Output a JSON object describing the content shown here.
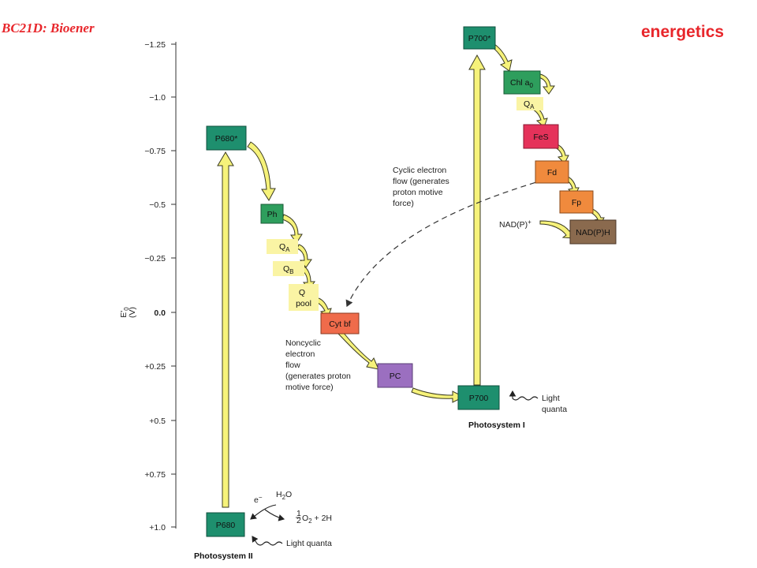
{
  "header": {
    "left": "BC21D: Bioener",
    "right": "energetics"
  },
  "axis": {
    "label_main": "E'",
    "label_sub": "0",
    "unit": "(V)",
    "ticks": [
      "−1.25",
      "−1.0",
      "−0.75",
      "−0.5",
      "−0.25",
      "0.0",
      "+0.25",
      "+0.5",
      "+0.75",
      "+1.0"
    ]
  },
  "boxes": {
    "p680_star": "P680*",
    "p680": "P680",
    "ph": "Ph",
    "qa1": "Q",
    "qa1_sub": "A",
    "qb": "Q",
    "qb_sub": "B",
    "qpool_1": "Q",
    "qpool_2": "pool",
    "cytbf": "Cyt bf",
    "pc": "PC",
    "p700": "P700",
    "p700_star": "P700*",
    "chl_a0": "Chl a",
    "chl_a0_sub": "0",
    "qa2": "Q",
    "qa2_sub": "A",
    "fes": "FeS",
    "fd": "Fd",
    "fp": "Fp",
    "nadph": "NAD(P)H"
  },
  "annotations": {
    "cyclic": [
      "Cyclic electron",
      "flow (generates",
      "proton motive",
      "force)"
    ],
    "noncyclic": [
      "Noncyclic",
      "electron",
      "flow",
      "(generates proton",
      "motive force)"
    ],
    "nadp": "NAD(P)",
    "nadp_sup": "+",
    "light_quanta_1": [
      "Light",
      "quanta"
    ],
    "light_quanta_2": "Light quanta",
    "e_minus": "e",
    "e_minus_sup": "−",
    "h2o": "H",
    "h2o_sub": "2",
    "h2o_end": "O",
    "o2_frac_num": "1",
    "o2_frac_den": "2",
    "o2_rest": "O",
    "o2_sub": "2",
    "o2_tail": " + 2H",
    "ps1": "Photosystem I",
    "ps2": "Photosystem II"
  },
  "colors": {
    "header": "#e8262b",
    "teal": "#1e8f6e",
    "green": "#2e9e5d",
    "yellow": "#faf4a4",
    "arrow_yellow": "#f6f27a",
    "orange_red": "#ef6b4b",
    "orange": "#f08a3d",
    "purple": "#9b6fc0",
    "red": "#e5325a",
    "brown": "#8a6a4e"
  }
}
